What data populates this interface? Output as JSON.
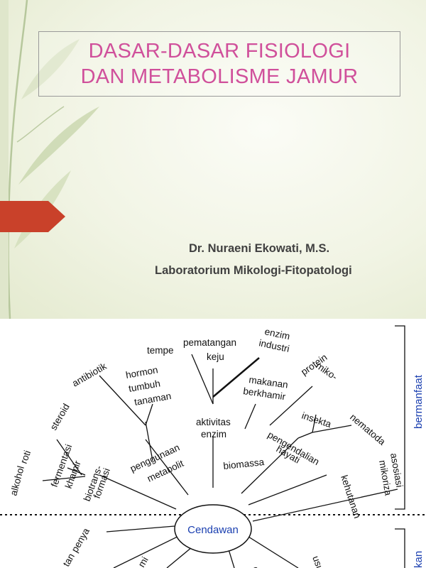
{
  "slide": {
    "title_line_1": "DASAR-DASAR FISIOLOGI",
    "title_line_2": "DAN METABOLISME JAMUR",
    "author": "Dr. Nuraeni Ekowati, M.S.",
    "affiliation": "Laboratorium Mikologi-Fitopatologi",
    "title_color": "#d0509b",
    "accent_color": "#c9412a"
  },
  "diagram": {
    "center": "Cendawan",
    "labels": {
      "tempe": "tempe",
      "pematangan": "pematangan",
      "keju": "keju",
      "enzim": "enzim",
      "industri": "industri",
      "antibiotik": "antibiotik",
      "hormon": "hormon",
      "tumbuh": "tumbuh",
      "tanaman": "tanaman",
      "makanan": "makanan",
      "berkhamir": "berkhamir",
      "miko": "miko-",
      "protein": "protein",
      "aktivitas": "aktivitas",
      "enzim2": "enzim",
      "steroid": "steroid",
      "insekta": "insekta",
      "nematoda": "nematoda",
      "roti": "roti",
      "fermentasi": "fermentasi",
      "khamir": "khamir",
      "pengendalian": "pengendalian",
      "hayati": "hayati",
      "asosiasi": "asosiasi",
      "mikoriza": "mikoriza",
      "penggunaan": "penggunaan",
      "metabolit": "metabolit",
      "biomassa": "biomassa",
      "alkohol": "alkohol",
      "biotrans": "biotrans-",
      "formasi": "formasi",
      "kehutanan": "kehutanan",
      "side_top": "bermanfaat",
      "penya": "penya",
      "tan": "tan",
      "mi": "mi",
      "ergi": "ergi",
      "usukan": "usukan",
      "side_bottom": "kan"
    }
  }
}
